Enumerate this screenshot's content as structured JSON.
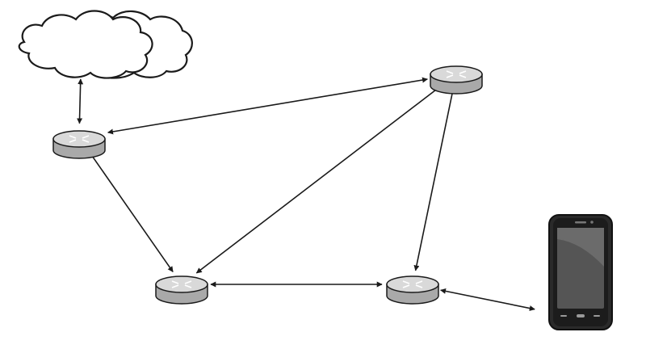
{
  "diagram": {
    "colors": {
      "background": "#ffffff",
      "stroke": "#1a1a1a",
      "router_top": "#d9d9d9",
      "router_side": "#a9a9a9",
      "router_mark": "#ffffff",
      "cloud_fill": "#ffffff",
      "phone_body": "#2a2a2a",
      "phone_screen": "#555555"
    },
    "nodes": [
      {
        "id": "cloud",
        "kind": "cloud",
        "icon": "cloud-icon"
      },
      {
        "id": "router-left",
        "kind": "router",
        "icon": "router-icon"
      },
      {
        "id": "router-top-right",
        "kind": "router",
        "icon": "router-icon"
      },
      {
        "id": "router-bottom-left",
        "kind": "router",
        "icon": "router-icon"
      },
      {
        "id": "router-bottom-right",
        "kind": "router",
        "icon": "router-icon"
      },
      {
        "id": "phone",
        "kind": "smartphone",
        "icon": "smartphone-icon"
      }
    ],
    "links": [
      {
        "from": "cloud",
        "to": "router-left",
        "style": "bidirectional"
      },
      {
        "from": "router-left",
        "to": "router-top-right",
        "style": "bidirectional"
      },
      {
        "from": "router-left",
        "to": "router-bottom-left",
        "style": "bidirectional"
      },
      {
        "from": "router-bottom-left",
        "to": "router-top-right",
        "style": "bidirectional"
      },
      {
        "from": "router-bottom-left",
        "to": "router-bottom-right",
        "style": "bidirectional"
      },
      {
        "from": "router-top-right",
        "to": "router-bottom-right",
        "style": "bidirectional"
      },
      {
        "from": "router-bottom-right",
        "to": "phone",
        "style": "bidirectional"
      }
    ]
  }
}
